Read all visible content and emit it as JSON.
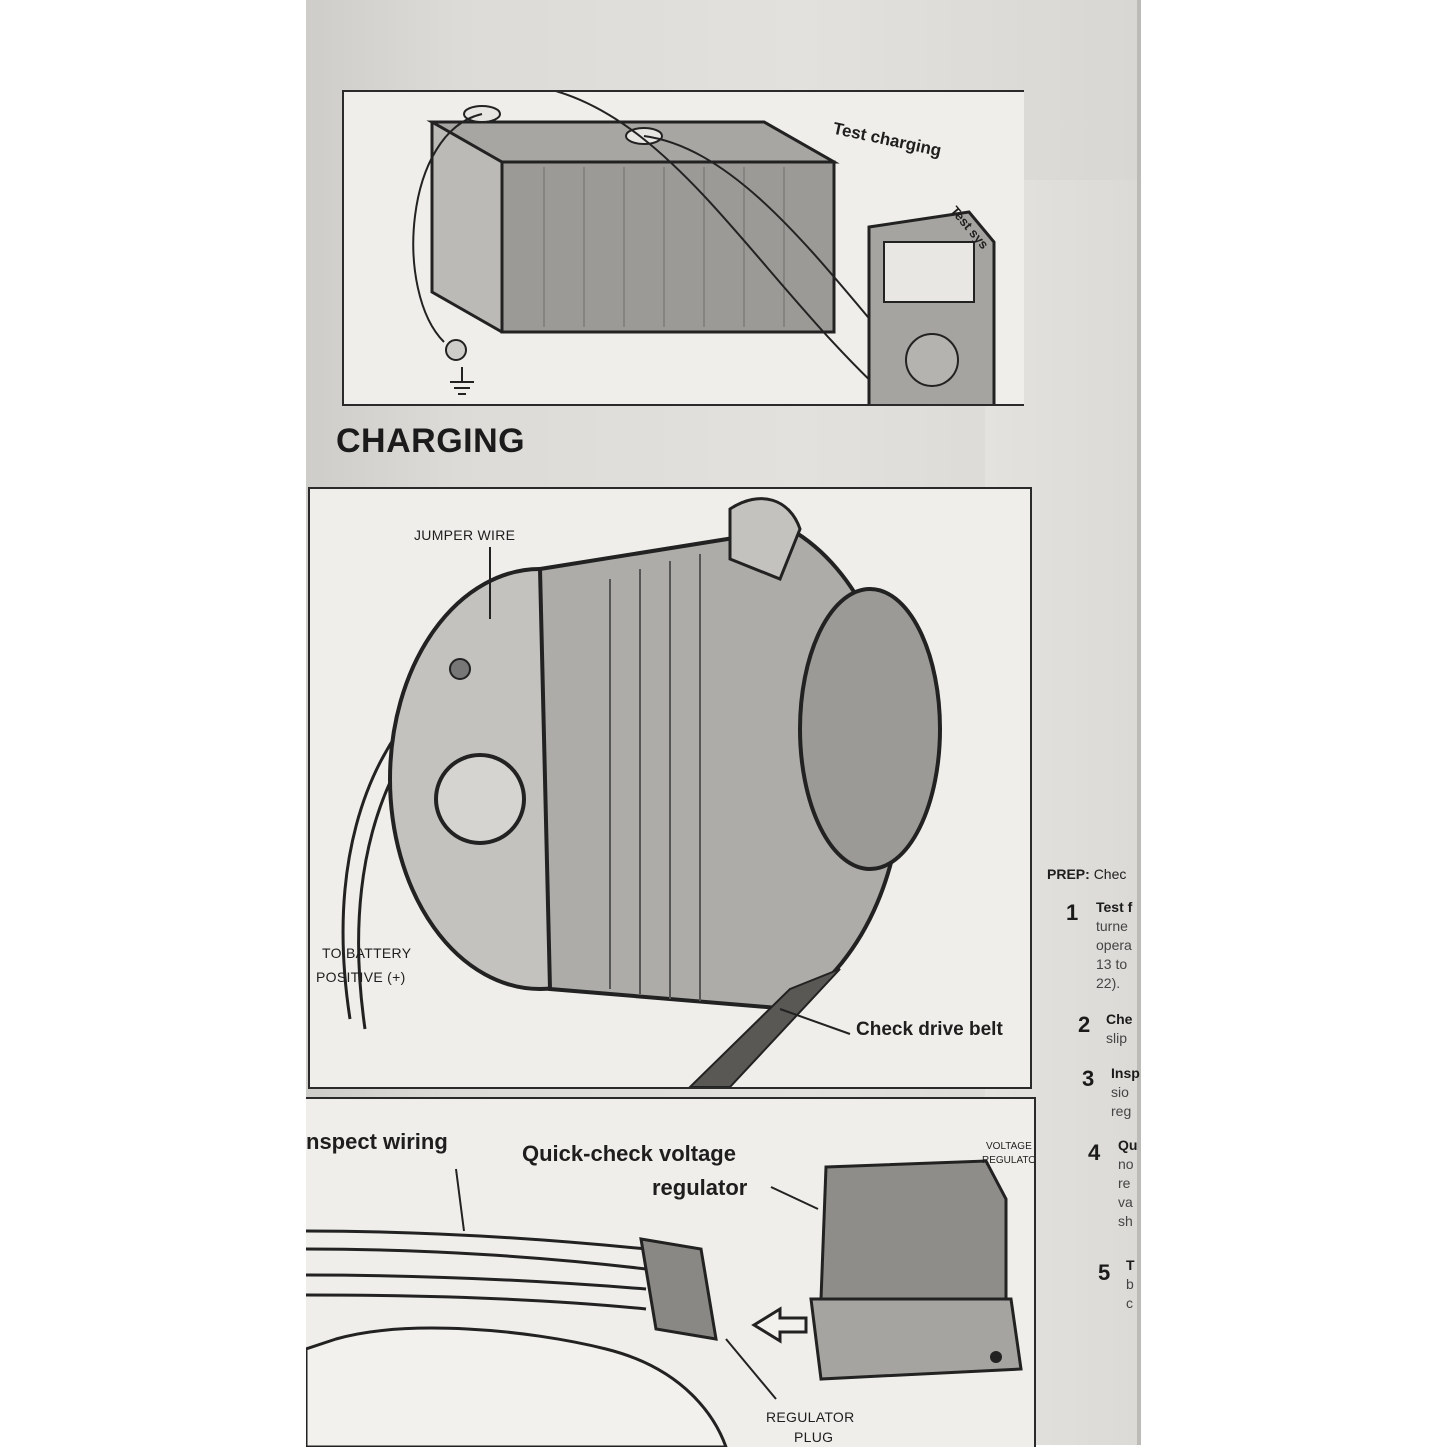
{
  "section_title": "CHARGING",
  "figure_1": {
    "labels": {
      "test_charging": "Test charging",
      "test_sys": "Test sys"
    }
  },
  "figure_2": {
    "labels": {
      "jumper_wire": "JUMPER WIRE",
      "to_battery_1": "TO BATTERY",
      "to_battery_2": "POSITIVE (+)",
      "check_drive_belt": "Check drive belt"
    }
  },
  "figure_3": {
    "labels": {
      "inspect_wiring": "nspect wiring",
      "quick_check_1": "Quick-check voltage",
      "quick_check_2": "regulator",
      "voltage_regulator_1": "VOLTAGE",
      "voltage_regulator_2": "REGULATOR",
      "regulator_plug_1": "REGULATOR",
      "regulator_plug_2": "PLUG"
    }
  },
  "right_column": {
    "prep_label": "PREP:",
    "prep_text": "Chec",
    "steps": [
      {
        "num": "1",
        "lines": [
          "Test f",
          "turne",
          "opera",
          "13 to",
          "22)."
        ]
      },
      {
        "num": "2",
        "lines": [
          "Che",
          "slip"
        ]
      },
      {
        "num": "3",
        "lines": [
          "Insp",
          "sio",
          "reg"
        ]
      },
      {
        "num": "4",
        "lines": [
          "Qu",
          "no",
          "re",
          "va",
          "sh"
        ]
      },
      {
        "num": "5",
        "lines": [
          "T",
          "b",
          "c"
        ]
      }
    ]
  }
}
